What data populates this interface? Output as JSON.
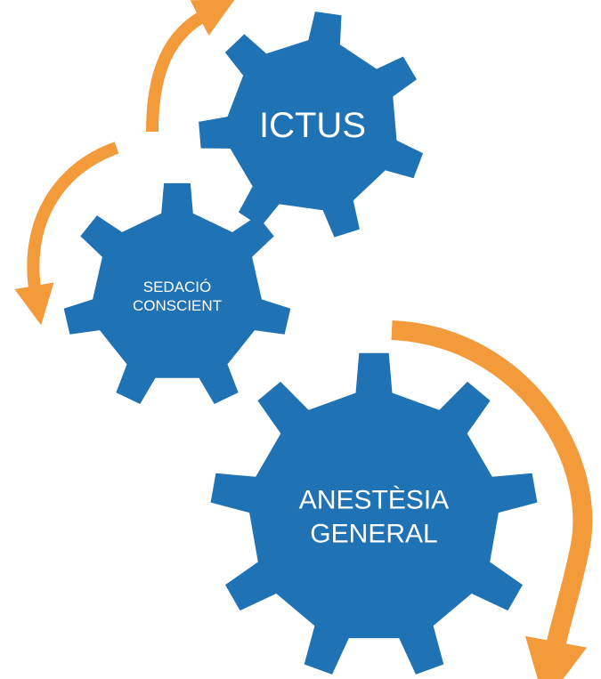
{
  "colors": {
    "gear": "#1F72B3",
    "arrow": "#F39A3A",
    "background": "#FFFFFF",
    "text": "#FFFFFF"
  },
  "gears": {
    "ictus": {
      "label": "ICTUS"
    },
    "sedacio": {
      "line1": "SEDACIÓ",
      "line2": "CONSCIENT"
    },
    "anestesia": {
      "line1": "ANESTÈSIA",
      "line2": "GENERAL"
    }
  }
}
